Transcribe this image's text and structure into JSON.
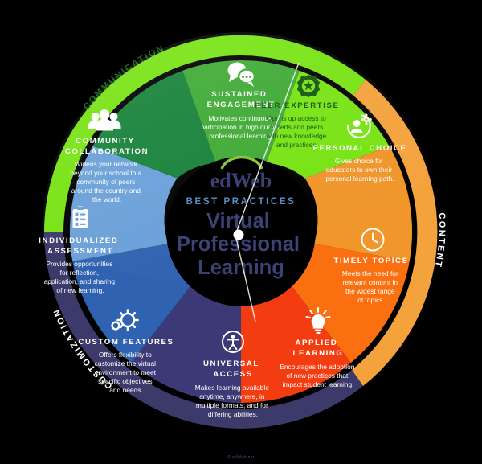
{
  "meta": {
    "title": "edWeb Best Practices Virtual Professional Learning Wheel",
    "credit": "© edWeb.net"
  },
  "center": {
    "logo": "edWeb",
    "eyebrow": "BEST PRACTICES",
    "line1": "Virtual",
    "line2": "Professional",
    "line3": "Learning",
    "logo_color": "#3d4276",
    "eyebrow_color": "#5b8ec4",
    "title_color": "#3d4276",
    "logo_arc_color": "#8cc63f",
    "background": "#000000"
  },
  "rings": [
    {
      "id": "communication",
      "label": "COMMUNICATION",
      "color": "#77e313",
      "text_color": "#1f6b1f"
    },
    {
      "id": "content",
      "label": "CONTENT",
      "color": "#f4a23c",
      "text_color": "#ffffff"
    },
    {
      "id": "customization",
      "label": "CUSTOMIZATION",
      "color": "#3b3a6b",
      "text_color": "#ffffff"
    }
  ],
  "segments": [
    {
      "id": "sustained-engagement",
      "icon": "chat-bubbles-icon",
      "title": "SUSTAINED ENGAGEMENT",
      "title_lines": [
        "SUSTAINED",
        "ENGAGEMENT"
      ],
      "body_lines": [
        "Motivates continuous",
        "participation in high quality",
        "professional learning."
      ],
      "color": "#3faa35",
      "text_color": "#ffffff",
      "ring": "communication"
    },
    {
      "id": "peer-expertise",
      "icon": "star-badge-icon",
      "title": "PEER EXPERTISE",
      "title_lines": [
        "PEER EXPERTISE"
      ],
      "body_lines": [
        "Opens up access to",
        "experts and peers",
        "with new knowledge",
        "and practices."
      ],
      "color": "#77e313",
      "text_color": "#14570f",
      "ring": "communication"
    },
    {
      "id": "personal-choice",
      "icon": "person-gear-icon",
      "title": "PERSONAL CHOICE",
      "title_lines": [
        "PERSONAL CHOICE"
      ],
      "body_lines": [
        "Gives choice for",
        "educators to own their",
        "personal learning path."
      ],
      "color": "#f0962a",
      "text_color": "#ffffff",
      "ring": "content"
    },
    {
      "id": "timely-topics",
      "icon": "clock-icon",
      "title": "TIMELY TOPICS",
      "title_lines": [
        "TIMELY TOPICS"
      ],
      "body_lines": [
        "Meets the need for",
        "relevant content in",
        "the widest range",
        "of topics."
      ],
      "color": "#fa6f10",
      "text_color": "#ffffff",
      "ring": "content"
    },
    {
      "id": "applied-learning",
      "icon": "lightbulb-icon",
      "title": "APPLIED LEARNING",
      "title_lines": [
        "APPLIED",
        "LEARNING"
      ],
      "body_lines": [
        "Encourages the adoption",
        "of new practices that",
        "impact student learning."
      ],
      "color": "#f33d11",
      "text_color": "#ffffff",
      "ring": "content"
    },
    {
      "id": "universal-access",
      "icon": "accessibility-icon",
      "title": "UNIVERSAL ACCESS",
      "title_lines": [
        "UNIVERSAL",
        "ACCESS"
      ],
      "body_lines": [
        "Makes learning available",
        "anytime, anywhere, in",
        "multiple formats, and for",
        "differing abilities."
      ],
      "color": "#3b3a77",
      "text_color": "#ffffff",
      "ring": "customization"
    },
    {
      "id": "custom-features",
      "icon": "gears-icon",
      "title": "CUSTOM FEATURES",
      "title_lines": [
        "CUSTOM FEATURES"
      ],
      "body_lines": [
        "Offers flexibility to",
        "customize the virtual",
        "environment to meet",
        "specific objectives",
        "and needs."
      ],
      "color": "#2f62b0",
      "text_color": "#ffffff",
      "ring": "customization"
    },
    {
      "id": "individualized-assessment",
      "icon": "clipboard-checklist-icon",
      "title": "INDIVIDUALIZED ASSESSMENT",
      "title_lines": [
        "INDIVIDUALIZED",
        "ASSESSMENT"
      ],
      "body_lines": [
        "Provides opportunities",
        "for reflection,",
        "application, and sharing",
        "of new learning."
      ],
      "color": "#6aa0d8",
      "text_color": "#ffffff",
      "ring": "customization"
    },
    {
      "id": "community-collaboration",
      "icon": "people-group-icon",
      "title": "COMMUNITY COLLABORATION",
      "title_lines": [
        "COMMUNITY",
        "COLLABORATION"
      ],
      "body_lines": [
        "Widens your network",
        "beyond your school to a",
        "community of peers",
        "around the country and",
        "the world."
      ],
      "color": "#17823a",
      "text_color": "#ffffff",
      "ring": "communication"
    }
  ]
}
